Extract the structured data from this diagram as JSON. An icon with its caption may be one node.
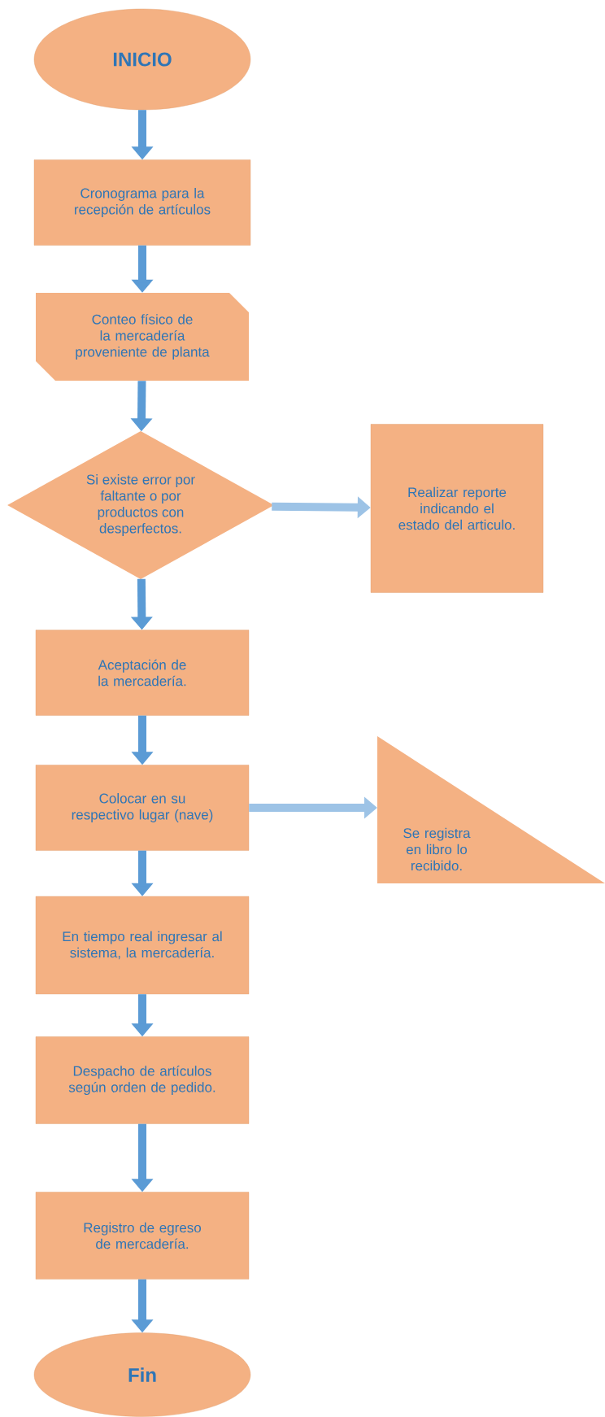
{
  "diagram": {
    "nodes": [
      {
        "text": [
          "INICIO"
        ]
      },
      {
        "text": [
          "Cronograma para la recepción de artículos"
        ]
      },
      {
        "text": [
          "Conteo físico de la mercadería proveniente de planta"
        ]
      },
      {
        "text": [
          "Si existe error por faltante o por productos con desperfectos."
        ]
      },
      {
        "text": [
          "Realizar reporte indicando el estado del articulo."
        ]
      },
      {
        "text": [
          "Aceptación de la mercadería."
        ]
      },
      {
        "text": [
          "Colocar en su respectivo lugar (nave)"
        ]
      },
      {
        "text": [
          "Se registra en libro lo recibido."
        ]
      },
      {
        "text": [
          "En tiempo real ingresar al sistema, la mercadería."
        ]
      },
      {
        "text": [
          "Despacho de artículos según orden de pedido."
        ]
      },
      {
        "text": [
          "Registro de egreso de mercadería."
        ]
      },
      {
        "text": [
          "Fin"
        ]
      }
    ],
    "edges": [
      {
        "from": 0,
        "to": 1,
        "arrow": "to"
      },
      {
        "from": 1,
        "to": 2,
        "arrow": "to"
      },
      {
        "from": 2,
        "to": 3,
        "arrow": "to"
      },
      {
        "from": 3,
        "to": 4,
        "arrow": "to",
        "color": "#9dc3e6"
      },
      {
        "from": 3,
        "to": 5,
        "arrow": "to"
      },
      {
        "from": 5,
        "to": 6,
        "arrow": "to"
      },
      {
        "from": 6,
        "to": 7,
        "arrow": "to",
        "color": "#9dc3e6"
      },
      {
        "from": 6,
        "to": 8,
        "arrow": "to"
      },
      {
        "from": 8,
        "to": 9,
        "arrow": "to"
      },
      {
        "from": 9,
        "to": 10,
        "arrow": "to"
      },
      {
        "from": 10,
        "to": 11,
        "arrow": "to"
      }
    ]
  }
}
